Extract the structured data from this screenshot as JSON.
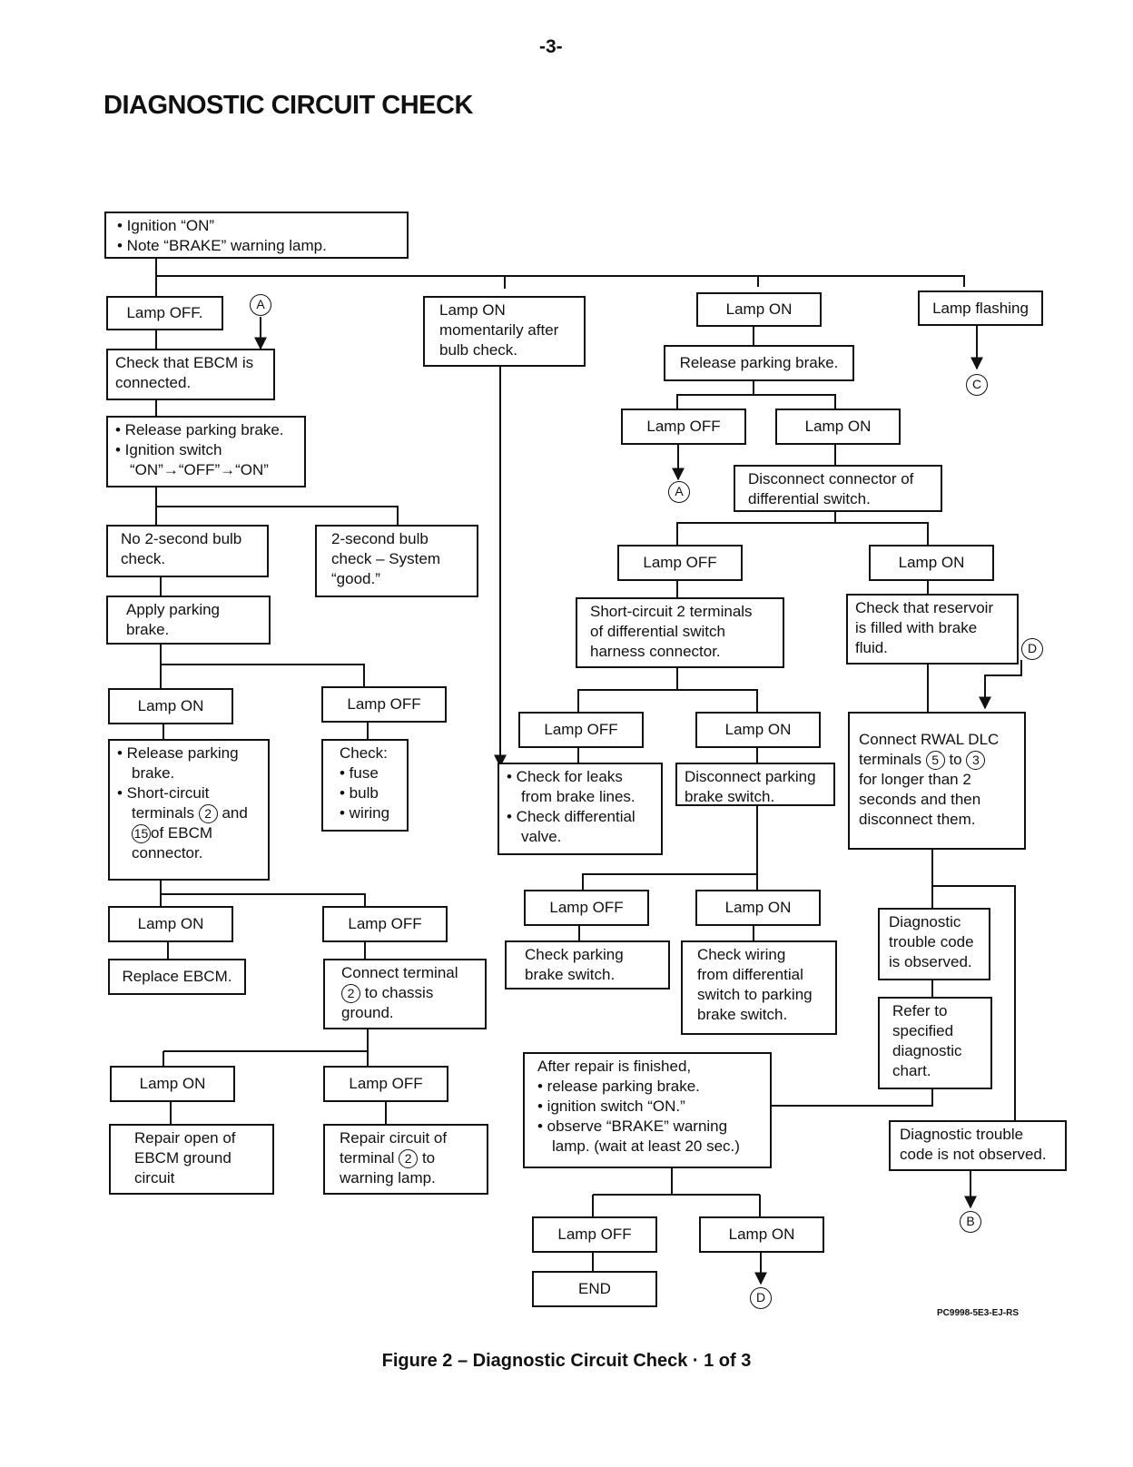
{
  "page_number": "-3-",
  "title": "DIAGNOSTIC CIRCUIT CHECK",
  "caption": "Figure 2 – Diagnostic Circuit Check · 1 of 3",
  "doc_code": "PC9998-5E3-EJ-RS",
  "boxes": {
    "start": [
      "• Ignition “ON”",
      "• Note “BRAKE” warning lamp."
    ],
    "lamp_off_1": "Lamp OFF.",
    "check_ebcm": [
      "Check that EBCM is",
      "connected."
    ],
    "release_ignition": [
      "• Release parking brake.",
      "• Ignition switch",
      "“ON”→“OFF”→“ON”"
    ],
    "no_bulb_check": [
      "No 2-second bulb",
      "check."
    ],
    "bulb_good": [
      "2-second bulb",
      "check – System",
      "“good.”"
    ],
    "apply_brake": [
      "Apply parking",
      "brake."
    ],
    "lamp_on_a1": "Lamp ON",
    "lamp_off_a1": "Lamp OFF",
    "release_short": [
      "• Release parking",
      "brake.",
      "• Short-circuit",
      "terminals",
      "and",
      "of EBCM",
      "connector."
    ],
    "check_fuse": [
      "Check:",
      "• fuse",
      "• bulb",
      "• wiring"
    ],
    "lamp_on_a2": "Lamp ON",
    "lamp_off_a2": "Lamp OFF",
    "replace_ebcm": "Replace EBCM.",
    "connect_terminal": [
      "Connect terminal",
      "to chassis",
      "ground."
    ],
    "lamp_on_a3": "Lamp ON",
    "lamp_off_a3": "Lamp OFF",
    "repair_ground": [
      "Repair open of",
      "EBCM ground",
      "circuit"
    ],
    "repair_circuit": [
      "Repair circuit of",
      "terminal",
      "to",
      "warning lamp."
    ],
    "lamp_on_momentary": [
      "Lamp ON",
      "momentarily after",
      "bulb check."
    ],
    "check_leaks": [
      "• Check for leaks",
      "from brake lines.",
      "• Check differential",
      "valve."
    ],
    "lamp_on_c": "Lamp ON",
    "release_brake_c": "Release parking brake.",
    "lamp_off_c1": "Lamp OFF",
    "lamp_on_c1": "Lamp ON",
    "disconnect_diff": [
      "Disconnect connector of",
      "differential switch."
    ],
    "lamp_off_c2": "Lamp OFF",
    "short_diff": [
      "Short-circuit 2 terminals",
      "of differential switch",
      "harness connector."
    ],
    "lamp_off_c3": "Lamp OFF",
    "lamp_on_c3": "Lamp ON",
    "disconnect_parking": [
      "Disconnect parking",
      "brake switch."
    ],
    "lamp_off_c4": "Lamp OFF",
    "lamp_on_c4": "Lamp ON",
    "check_parking_switch": [
      "Check parking",
      "brake switch."
    ],
    "check_wiring": [
      "Check wiring",
      "from differential",
      "switch to parking",
      "brake switch."
    ],
    "after_repair": [
      "After repair is finished,",
      "• release parking brake.",
      "• ignition switch “ON.”",
      "• observe “BRAKE” warning",
      "lamp. (wait at least 20 sec.)"
    ],
    "lamp_off_end": "Lamp OFF",
    "lamp_on_end": "Lamp ON",
    "end": "END",
    "lamp_flashing": "Lamp flashing",
    "lamp_on_d": "Lamp ON",
    "check_reservoir": [
      "Check that reservoir",
      "is filled with brake",
      "fluid."
    ],
    "connect_rwal": [
      "Connect RWAL DLC",
      "terminals",
      "to",
      "for longer than 2",
      "seconds and then",
      "disconnect them."
    ],
    "dtc_observed": [
      "Diagnostic",
      "trouble code",
      "is observed."
    ],
    "refer_chart": [
      "Refer to",
      "specified",
      "diagnostic",
      "chart."
    ],
    "dtc_not_observed": [
      "Diagnostic trouble",
      "code is not observed."
    ]
  },
  "circled": {
    "t2": "2",
    "t15": "15",
    "t5": "5",
    "t3": "3"
  },
  "markers": {
    "a": "A",
    "b": "B",
    "c": "C",
    "d": "D"
  }
}
